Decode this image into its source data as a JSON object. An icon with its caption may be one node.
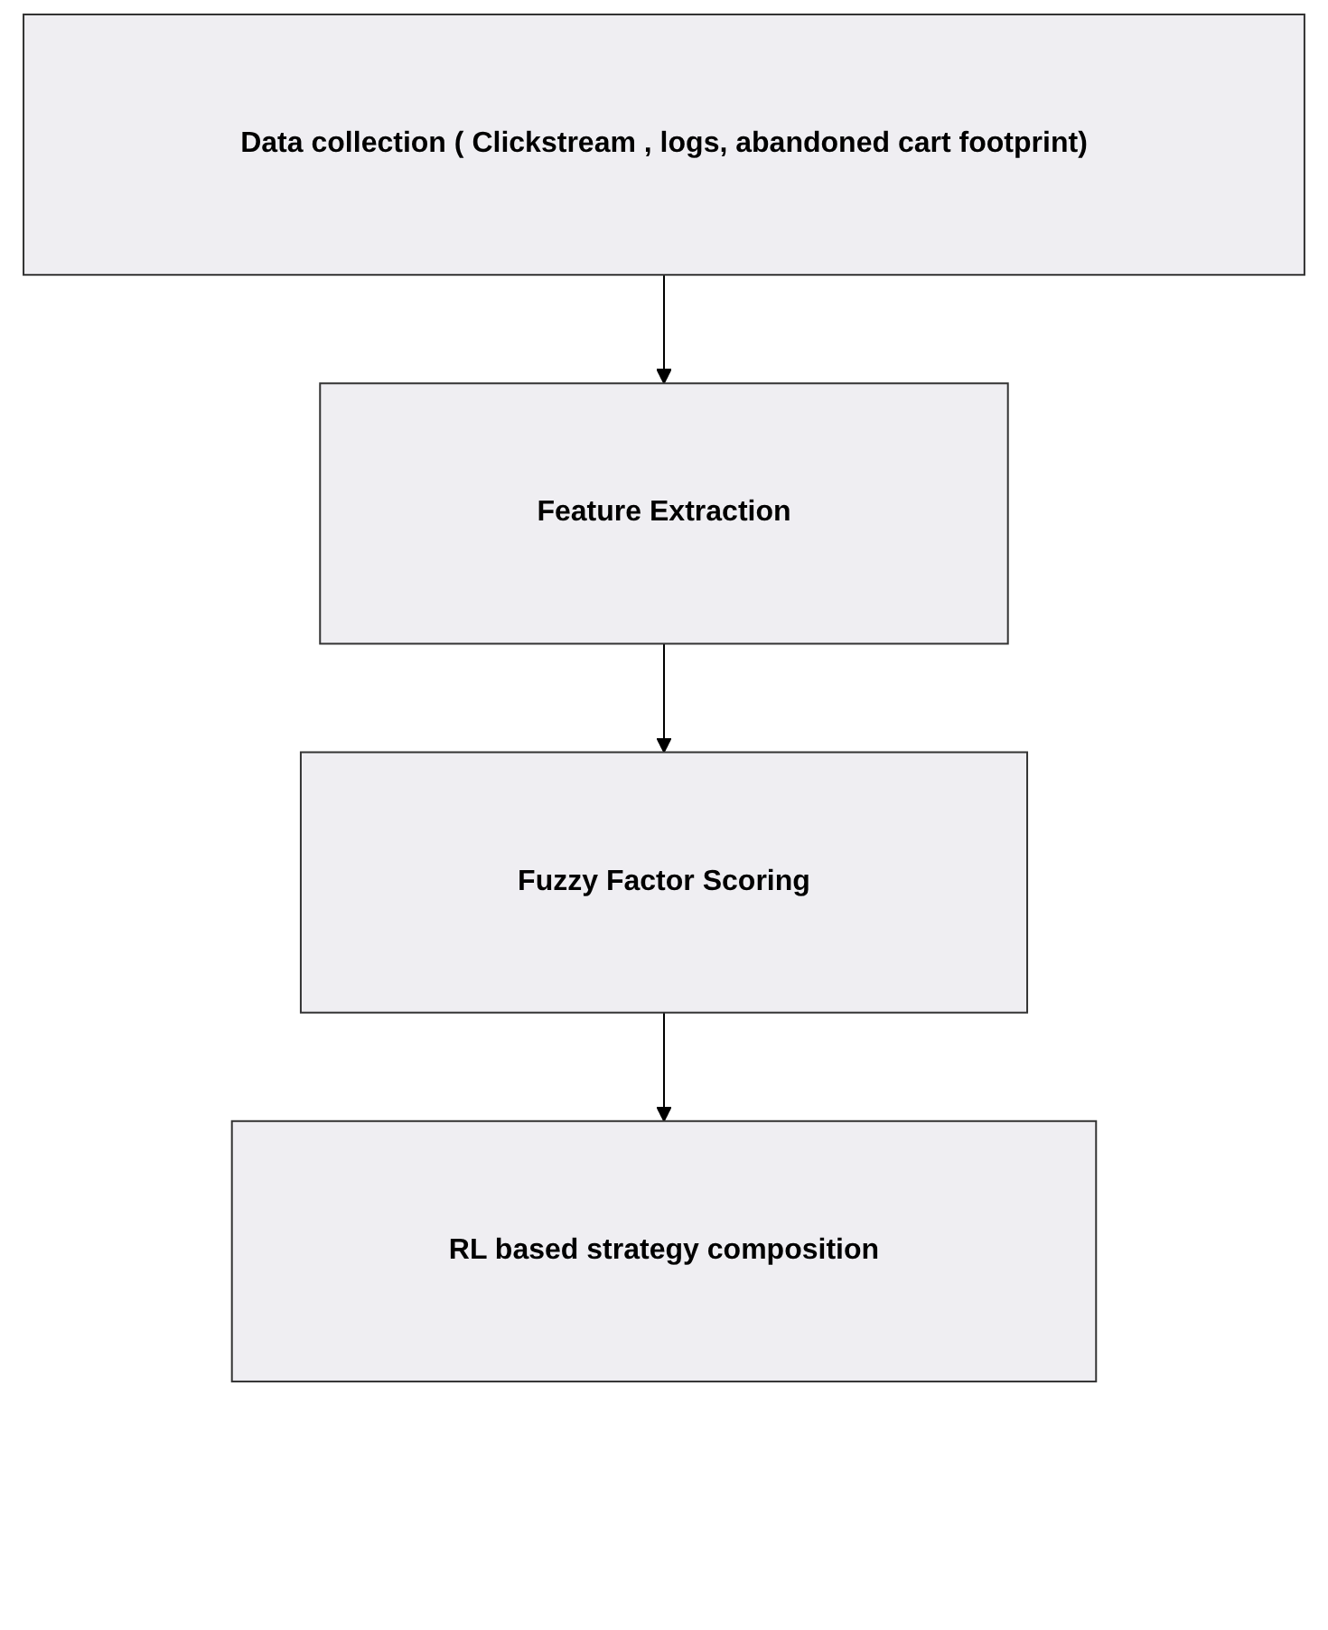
{
  "diagram": {
    "nodes": [
      {
        "text": [
          "Data collection ( Clickstream , logs, abandoned cart footprint)"
        ]
      },
      {
        "text": [
          "Feature Extraction"
        ]
      },
      {
        "text": [
          "Fuzzy Factor Scoring"
        ]
      },
      {
        "text": [
          "RL based strategy composition"
        ]
      }
    ],
    "edges": [
      {
        "from": 0,
        "to": 1,
        "arrow": "to"
      },
      {
        "from": 1,
        "to": 2,
        "arrow": "to"
      },
      {
        "from": 2,
        "to": 3,
        "arrow": "to"
      }
    ]
  }
}
